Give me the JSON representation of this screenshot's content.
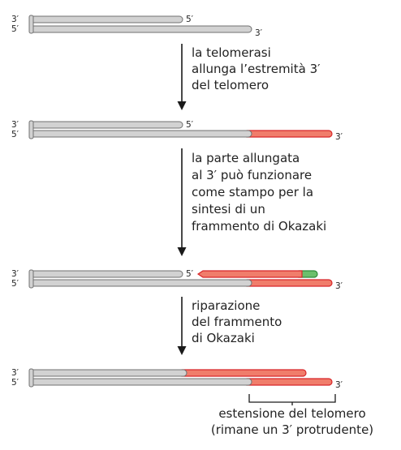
{
  "colors": {
    "strand_fill": "#d2d2d2",
    "strand_stroke": "#707070",
    "extension_fill": "#f07d6b",
    "extension_stroke": "#d8272a",
    "primer_fill": "#6cbf6c",
    "primer_stroke": "#2e8b3a",
    "arrow": "#1a1a1a"
  },
  "end_labels": {
    "three_prime": "3′",
    "five_prime": "5′"
  },
  "steps": [
    {
      "lines": [
        "la telomerasi",
        "allunga l’estremità 3′",
        "del telomero"
      ]
    },
    {
      "lines": [
        "la parte allungata",
        "al 3′ può funzionare",
        "come stampo per la",
        "sintesi di un",
        "frammento di Okazaki"
      ]
    },
    {
      "lines": [
        "riparazione",
        "del frammento",
        "di Okazaki"
      ]
    }
  ],
  "footer": {
    "lines": [
      "estensione del telomero",
      "(rimane un 3′ protrudente)"
    ]
  }
}
